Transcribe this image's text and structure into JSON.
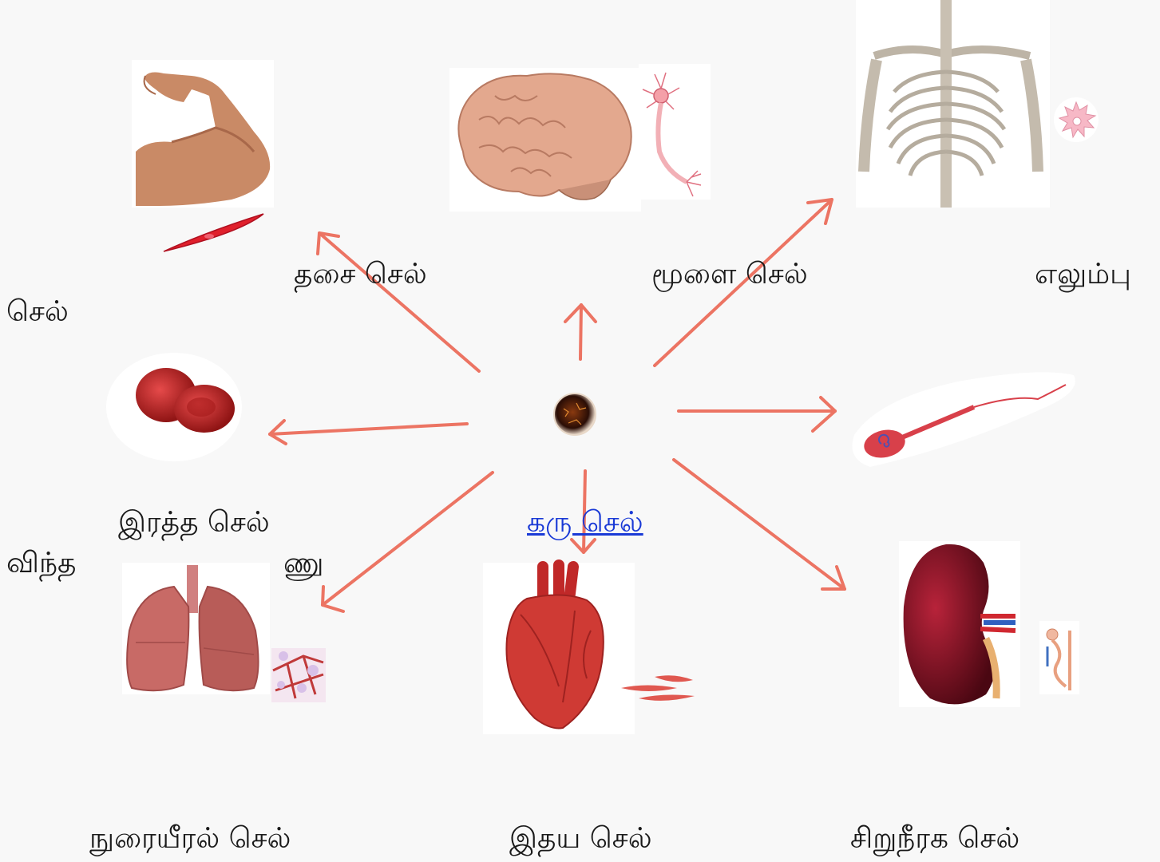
{
  "center": {
    "label": "கரு செல்",
    "icon": "stem-cell-icon"
  },
  "labels": {
    "muscle": "தசை செல்",
    "brain": "மூளை செல்",
    "bone_a": "எலும்பு",
    "bone_b": "செல்",
    "blood": "இரத்த செல்",
    "sperm_a": "விந்த",
    "sperm_b": "ணு",
    "lung": "நுரையீரல் செல்",
    "heart": "இதய செல்",
    "kidney": "சிறுநீரக செல்"
  },
  "images": [
    "muscle-arm-icon",
    "muscle-cell-icon",
    "brain-icon",
    "neuron-icon",
    "skeleton-icon",
    "bone-cell-icon",
    "red-blood-cell-icon",
    "sperm-cell-icon",
    "lungs-icon",
    "alveoli-icon",
    "heart-icon",
    "heart-muscle-cell-icon",
    "kidney-icon",
    "nephron-icon"
  ],
  "colors": {
    "arrow": "#ec7463",
    "link": "#1a3ad6"
  }
}
